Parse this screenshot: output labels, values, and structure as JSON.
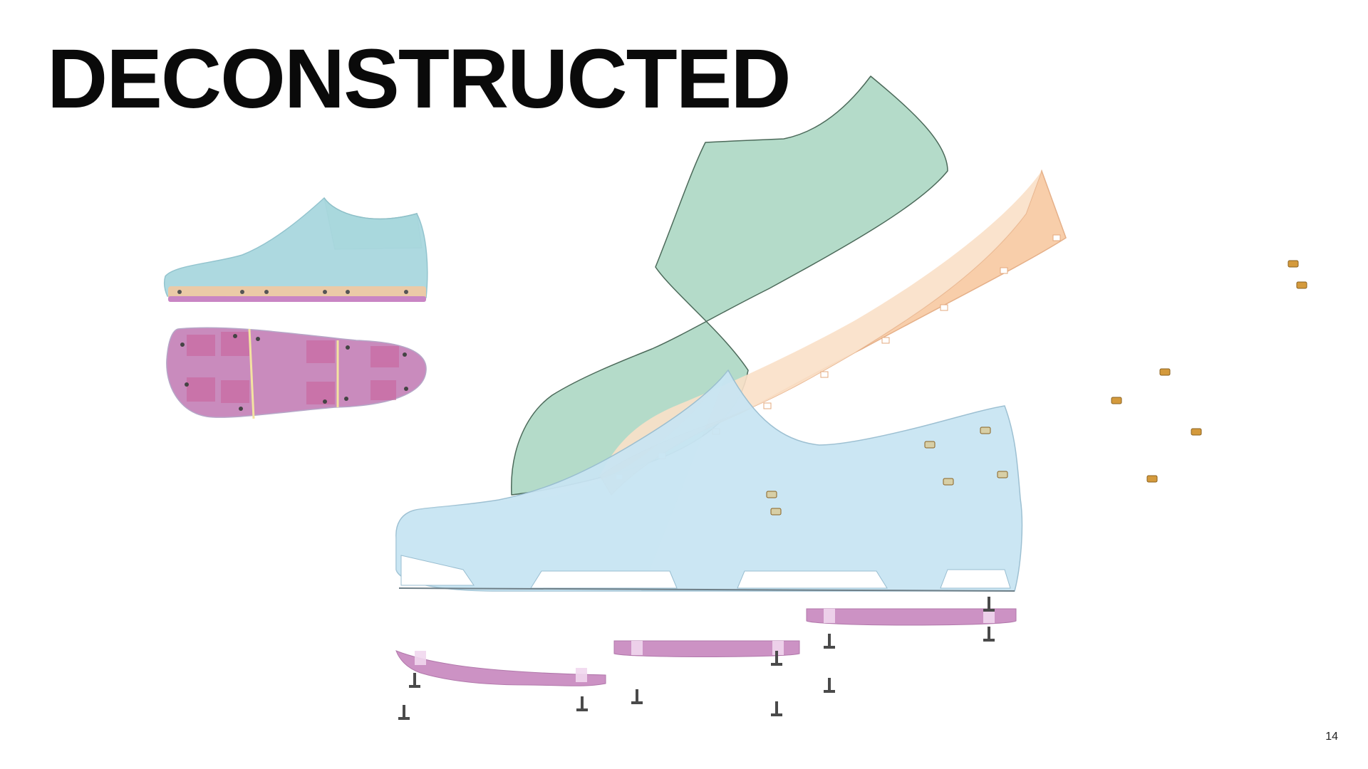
{
  "slide": {
    "title": "DECONSTRUCTED",
    "page_number": "14"
  },
  "colors": {
    "upper_blue": "#c9e5f3",
    "upper_blue_stroke": "#98bdd0",
    "collar_green": "#b4dbc9",
    "collar_green_stroke": "#4c6a5a",
    "midsole_orange": "#f8c9a1",
    "midsole_orange_light": "#fae0c8",
    "midsole_stroke": "#e3a87d",
    "outsole_pink": "#d39ad0",
    "outsole_magenta": "#c9609a",
    "outsole_plate": "#cc92c4",
    "fastener_gold": "#d49a3c",
    "screw_gray": "#4a4a4a"
  },
  "illustration": {
    "assembled_shoe_view": "side",
    "sole_view": "bottom",
    "exploded_parts": [
      "upper",
      "collar",
      "midsole",
      "outsole-segment-heel",
      "outsole-segment-mid",
      "outsole-segment-toe",
      "screws",
      "clips"
    ]
  }
}
